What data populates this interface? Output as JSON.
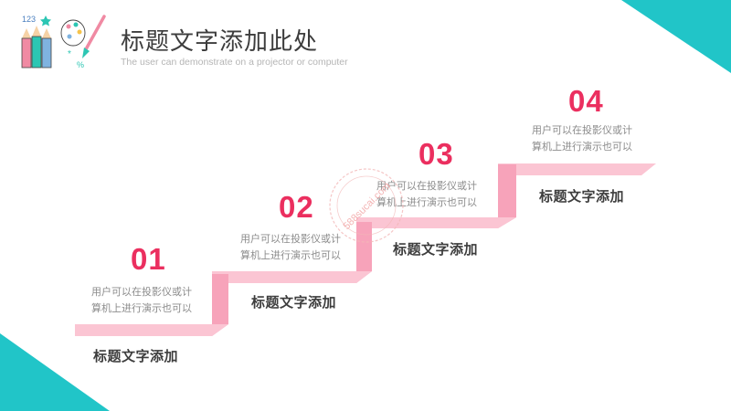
{
  "header": {
    "title": "标题文字添加此处",
    "subtitle": "The user can demonstrate on a projector or computer",
    "logo": {
      "icons": [
        "pencils-icon",
        "palette-icon",
        "paintbrush-icon"
      ],
      "text": "123"
    }
  },
  "steps": [
    {
      "number": "01",
      "desc_line1": "用户可以在投影仪或计",
      "desc_line2": "算机上进行演示也可以",
      "label": "标题文字添加"
    },
    {
      "number": "02",
      "desc_line1": "用户可以在投影仪或计",
      "desc_line2": "算机上进行演示也可以",
      "label": "标题文字添加"
    },
    {
      "number": "03",
      "desc_line1": "用户可以在投影仪或计",
      "desc_line2": "算机上进行演示也可以",
      "label": "标题文字添加"
    },
    {
      "number": "04",
      "desc_line1": "用户可以在投影仪或计",
      "desc_line2": "算机上进行演示也可以",
      "label": "标题文字添加"
    }
  ],
  "watermark": {
    "text": "588sucai.com"
  },
  "colors": {
    "accent": "#21c5c8",
    "number": "#eb2f5f",
    "ribbon_top": "#fbc5d3",
    "ribbon_riser": "#f59bb3",
    "title": "#3d3d3d"
  }
}
